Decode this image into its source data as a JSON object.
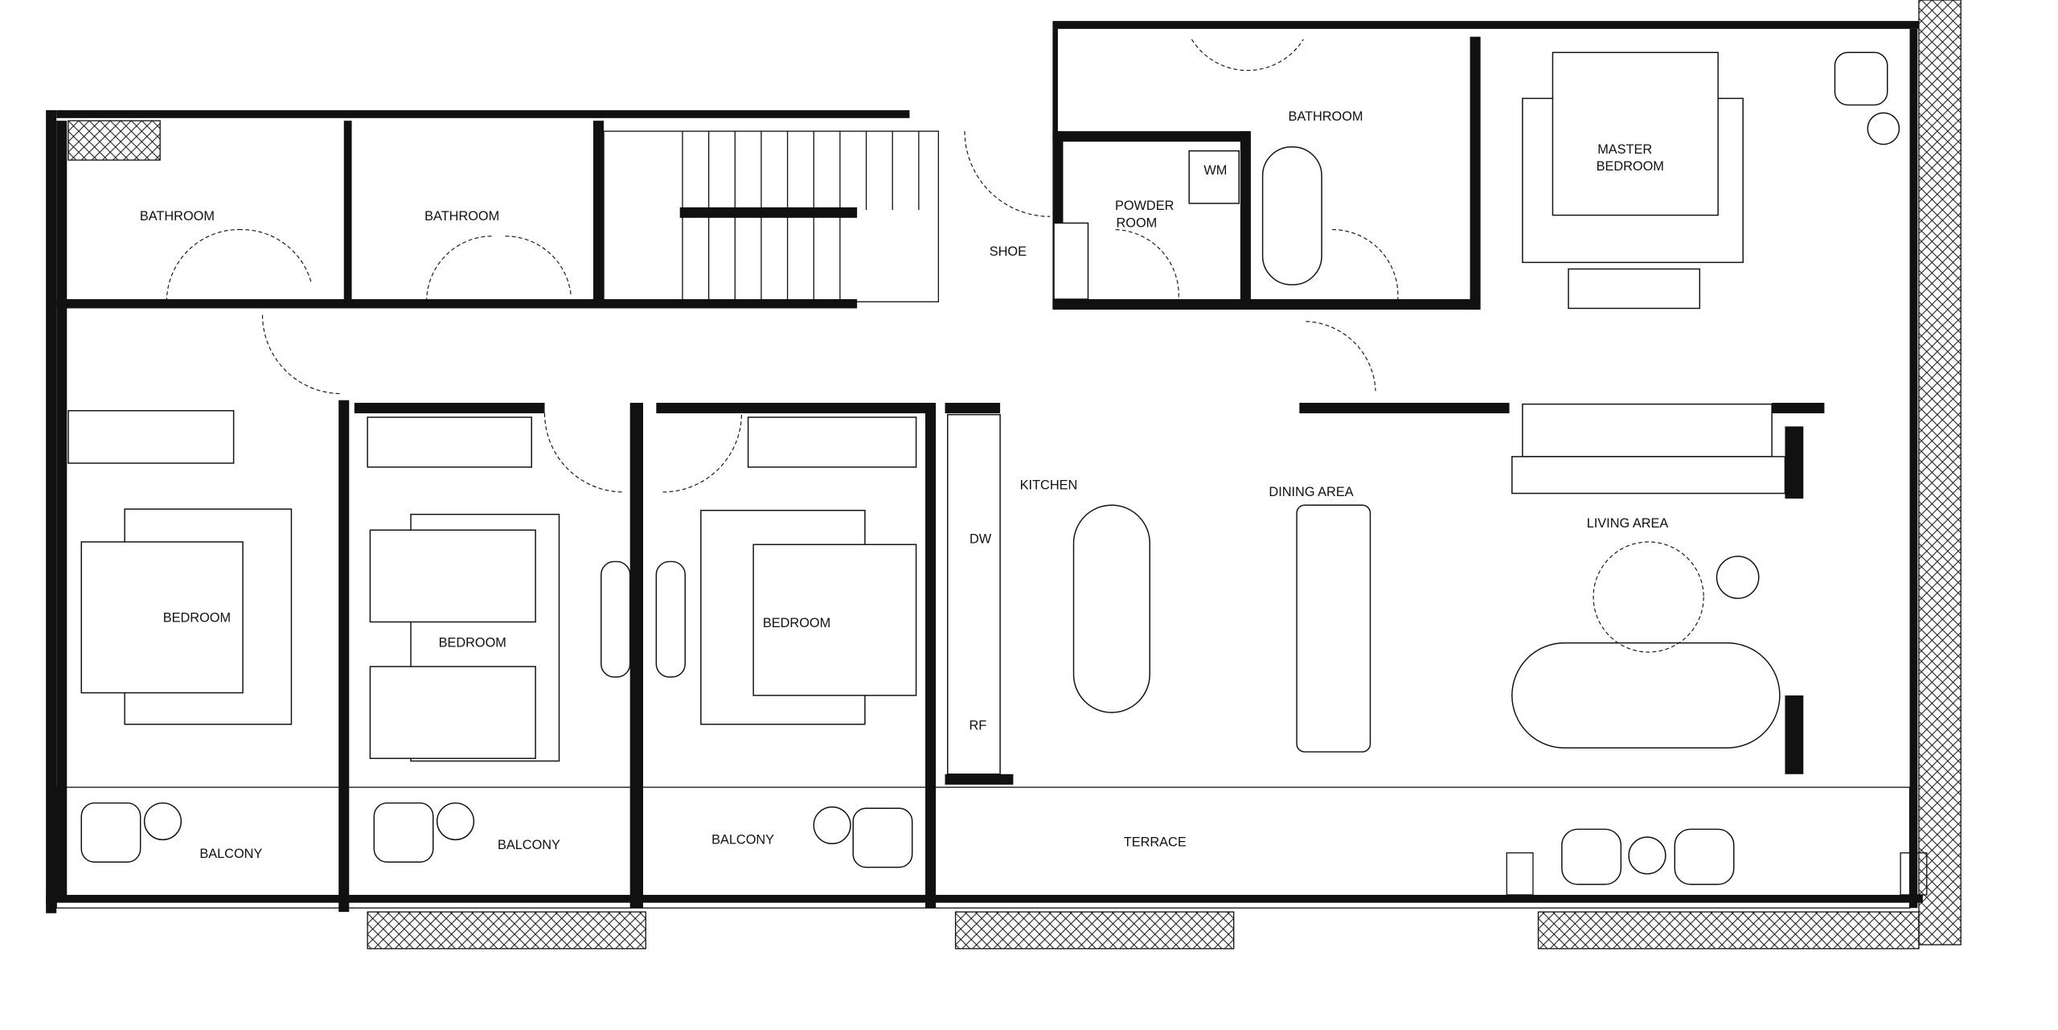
{
  "plan": {
    "rooms": {
      "bathroom_1": "BATHROOM",
      "bathroom_2": "BATHROOM",
      "bathroom_master": "BATHROOM",
      "powder_room_1": "POWDER",
      "powder_room_2": "ROOM",
      "wm": "WM",
      "shoe": "SHOE",
      "master_bedroom_1": "MASTER",
      "master_bedroom_2": "BEDROOM",
      "kitchen": "KITCHEN",
      "dw": "DW",
      "rf": "RF",
      "dining_area": "DINING AREA",
      "living_area": "LIVING AREA",
      "bedroom_1": "BEDROOM",
      "bedroom_2": "BEDROOM",
      "bedroom_3": "BEDROOM",
      "balcony_1": "BALCONY",
      "balcony_2": "BALCONY",
      "balcony_3": "BALCONY",
      "terrace": "TERRACE"
    }
  }
}
